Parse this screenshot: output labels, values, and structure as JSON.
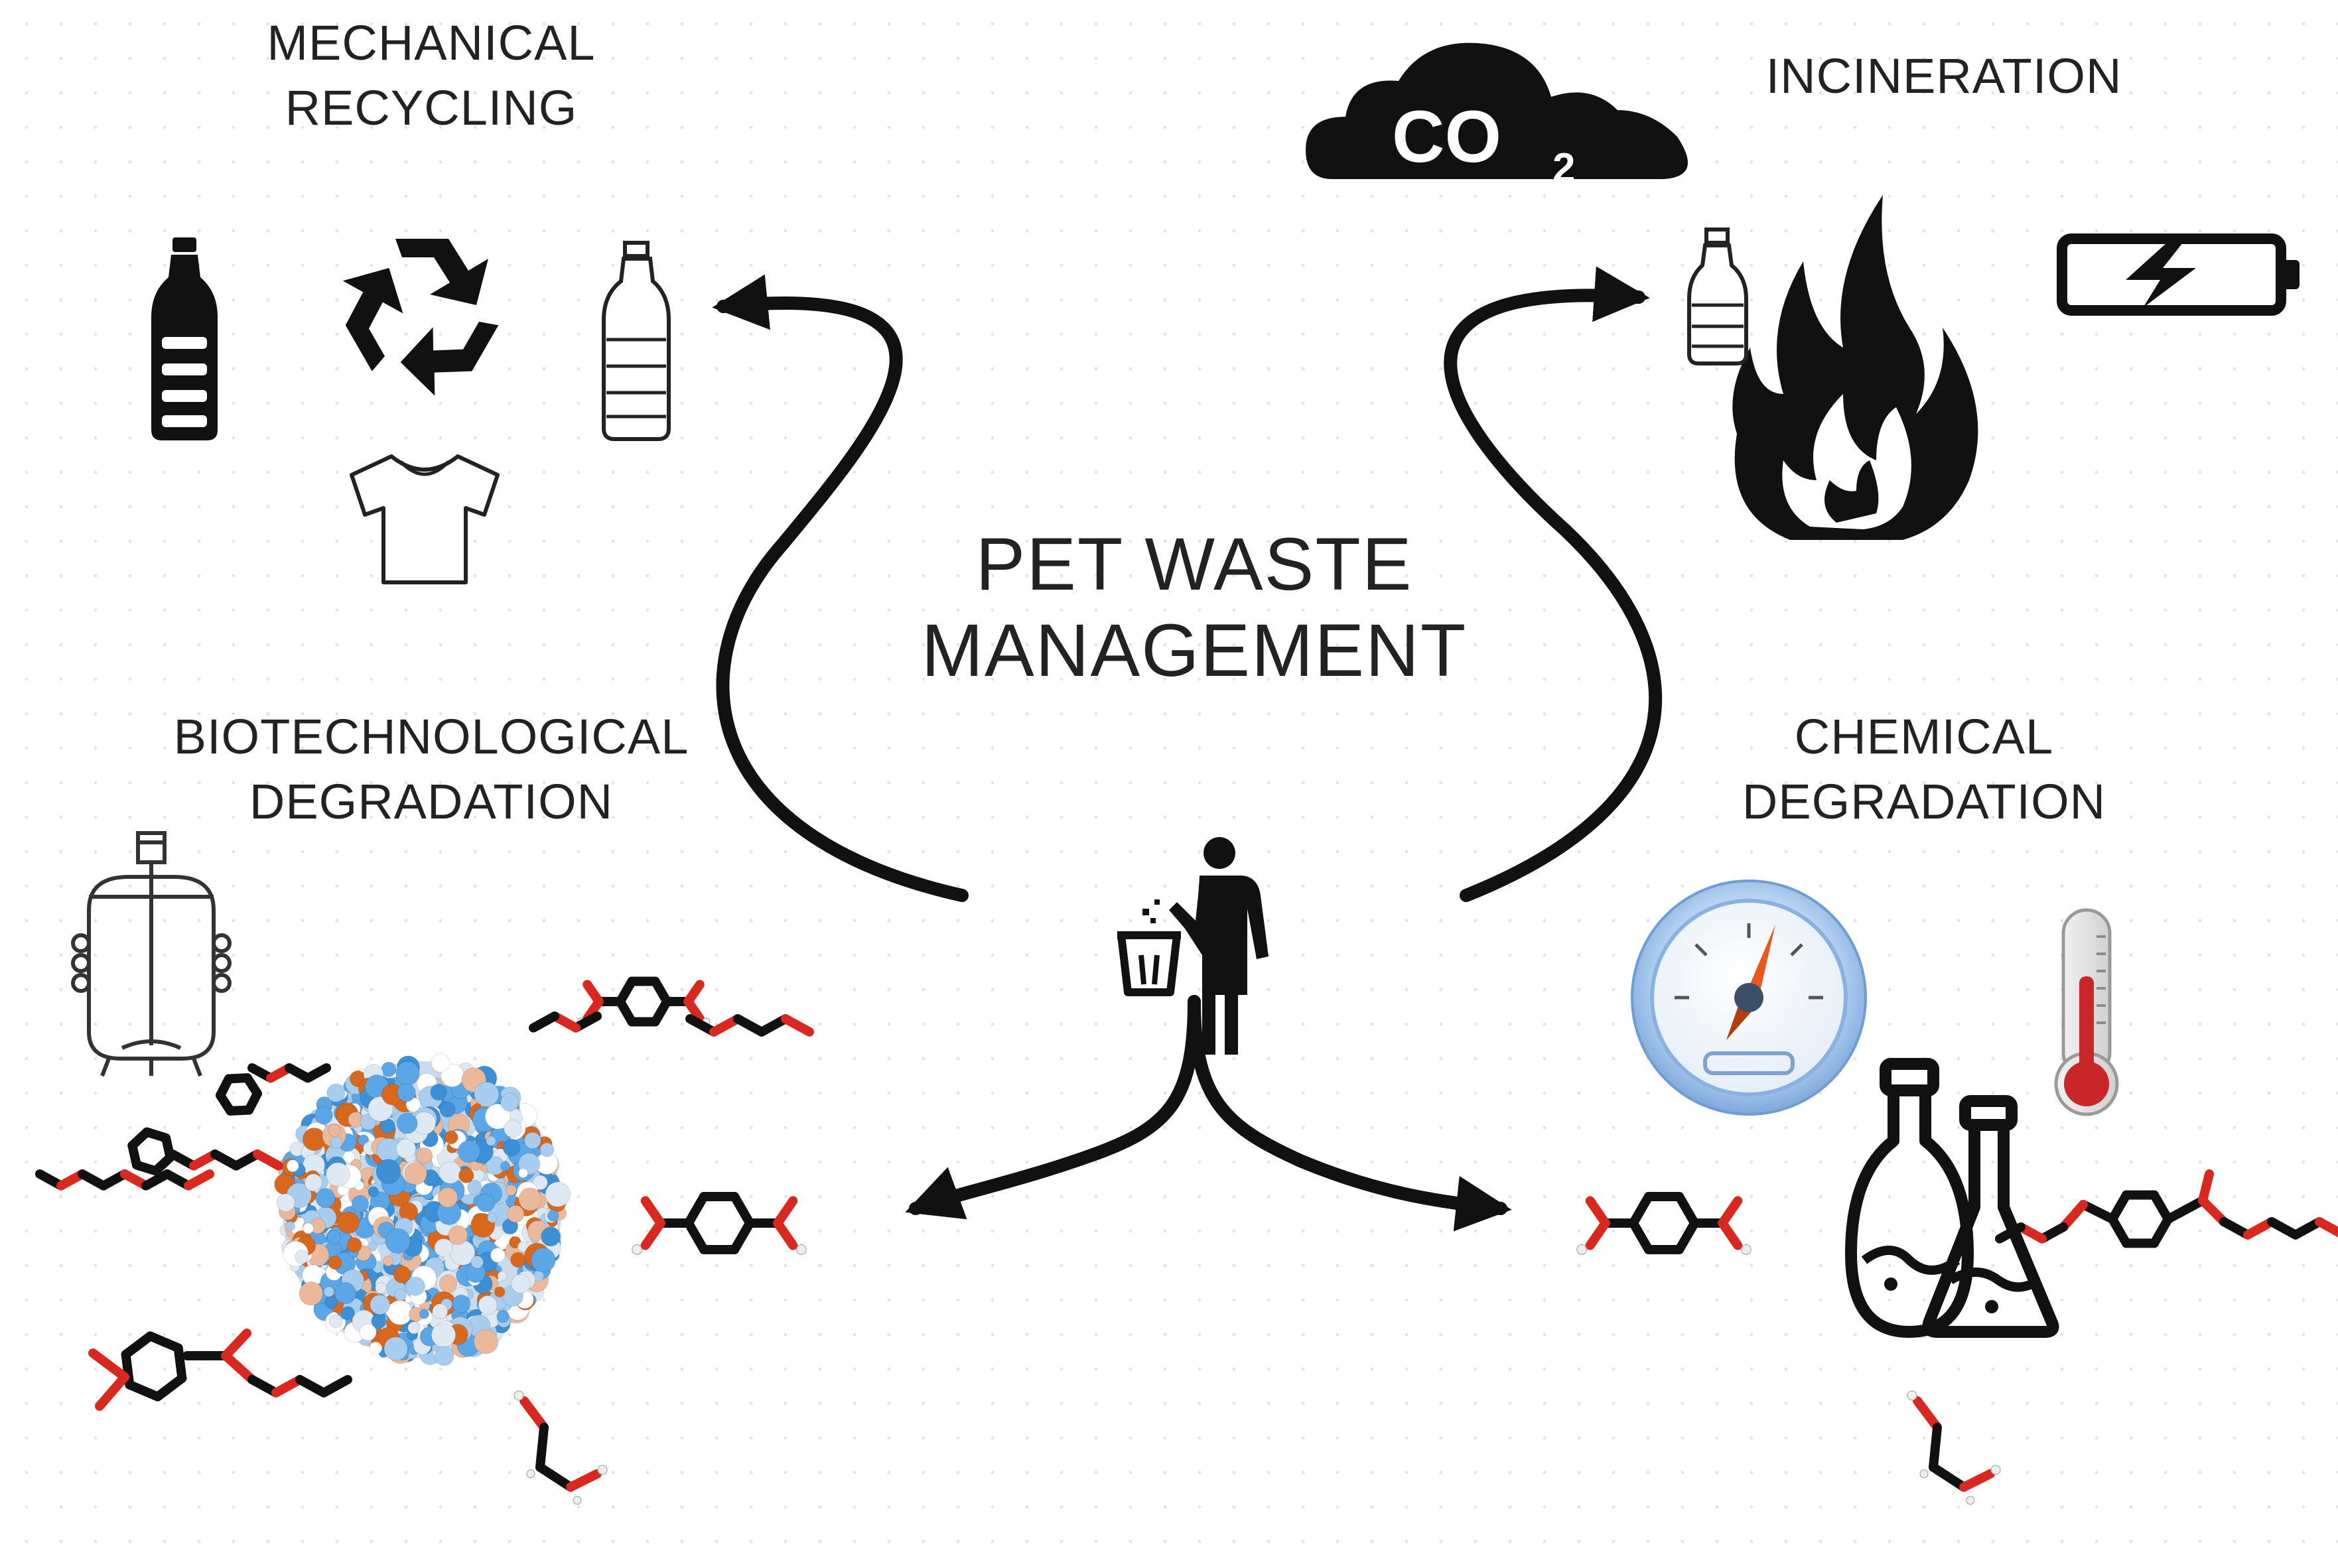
{
  "center": {
    "title": "PET WASTE\nMANAGEMENT"
  },
  "routes": {
    "mechanical_recycling": "MECHANICAL\nRECYCLING",
    "incineration": "INCINERATION",
    "biotechnological_degradation": "BIOTECHNOLOGICAL\nDEGRADATION",
    "chemical_degradation": "CHEMICAL\nDEGRADATION"
  },
  "cloud": {
    "formula": "CO",
    "subscript": "2"
  },
  "colors": {
    "ink": "#111111",
    "protein_blue": "#3d8fd6",
    "protein_light_blue": "#a9cdee",
    "protein_orange": "#d9681f",
    "protein_peach": "#eab99b",
    "oxygen_red": "#d8281f",
    "gauge_blue": "#8fb8e6",
    "needle_orange": "#e8581c",
    "thermometer_red": "#c8262a"
  },
  "icons": [
    "bottle-icon",
    "recycle-icon",
    "shirt-icon",
    "co2-cloud-icon",
    "flame-icon",
    "battery-icon",
    "person-trash-icon",
    "bioreactor-icon",
    "enzyme-structure-icon",
    "pressure-gauge-icon",
    "thermometer-icon",
    "lab-flasks-icon",
    "molecule-icon"
  ]
}
